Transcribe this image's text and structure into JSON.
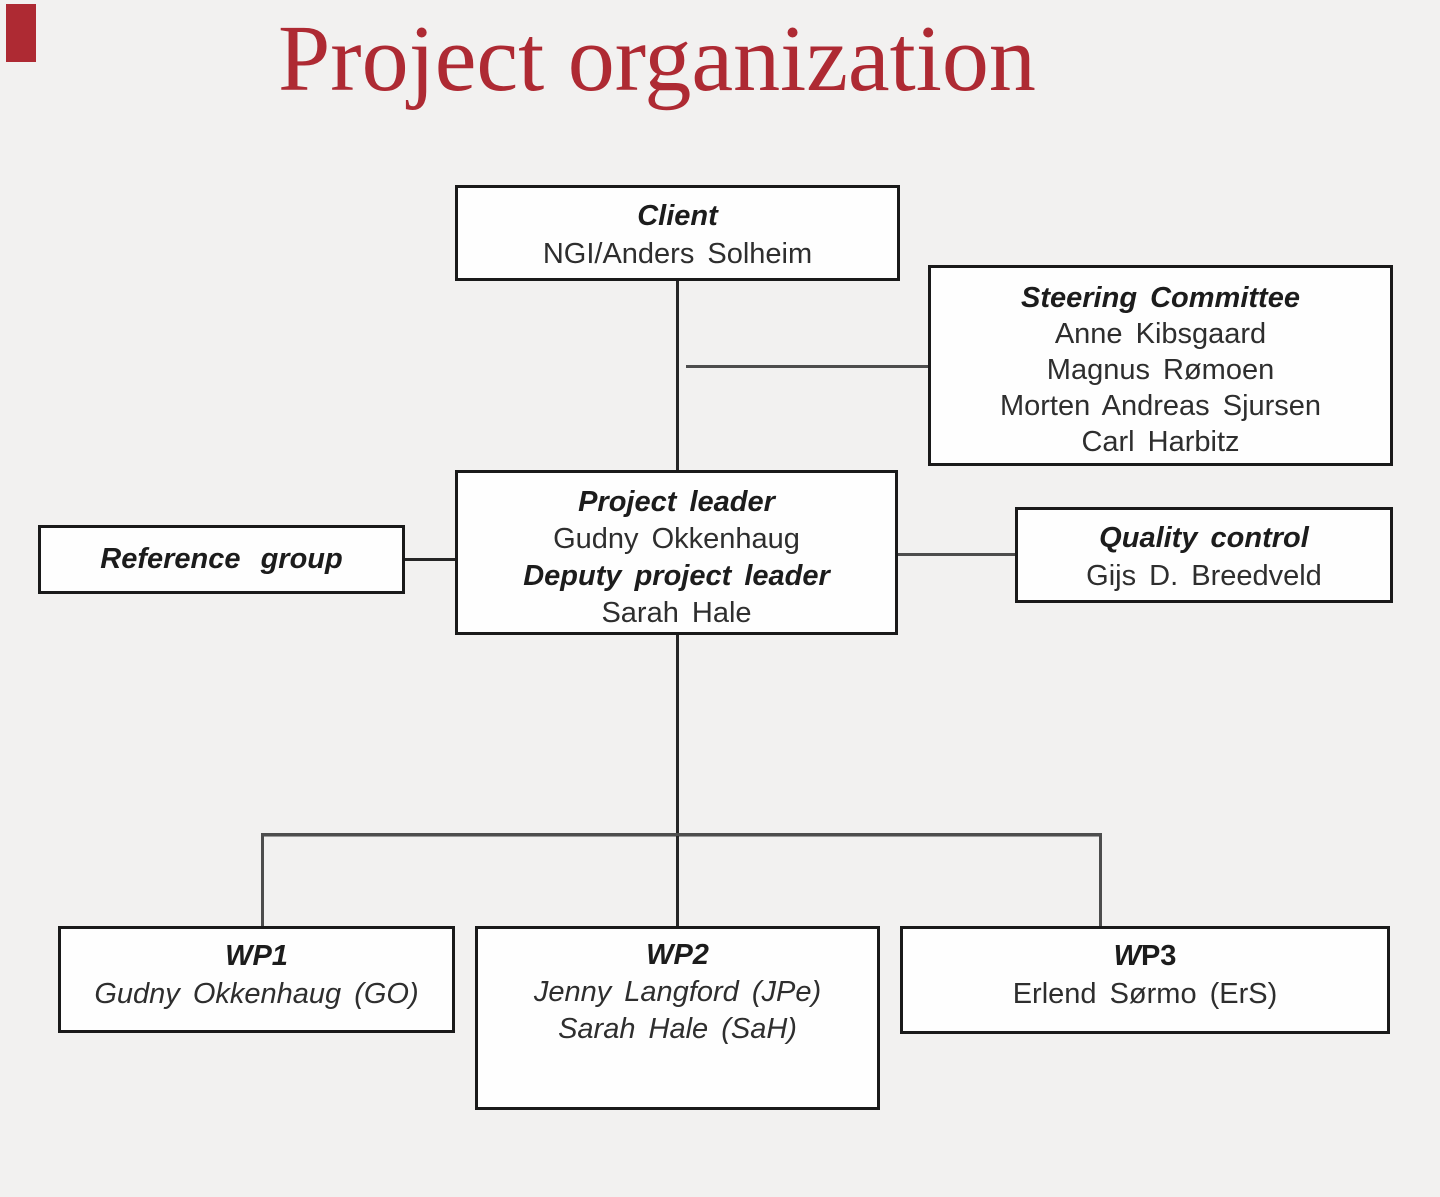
{
  "title": "Project organization",
  "accent_color": "#ae2a33",
  "boxes": {
    "client": {
      "header": "Client",
      "lines": [
        "NGI/Anders Solheim"
      ]
    },
    "steering": {
      "header": "Steering Committee",
      "lines": [
        "Anne Kibsgaard",
        "Magnus Rømoen",
        "Morten Andreas Sjursen",
        "Carl Harbitz"
      ]
    },
    "leader": {
      "header": "Project leader",
      "name": "Gudny Okkenhaug",
      "header2": "Deputy project leader",
      "name2": "Sarah Hale"
    },
    "reference": {
      "header": "Reference group"
    },
    "quality": {
      "header": "Quality control",
      "lines": [
        "Gijs D. Breedveld"
      ]
    },
    "wp1": {
      "header": "WP1",
      "lines": [
        "Gudny Okkenhaug (GO)"
      ]
    },
    "wp2": {
      "header": "WP2",
      "lines": [
        "Jenny Langford (JPe)",
        "Sarah Hale (SaH)"
      ]
    },
    "wp3": {
      "header_italic_part": "W",
      "header_upright_part": "P3",
      "lines": [
        "Erlend Sørmo (ErS)"
      ]
    }
  }
}
